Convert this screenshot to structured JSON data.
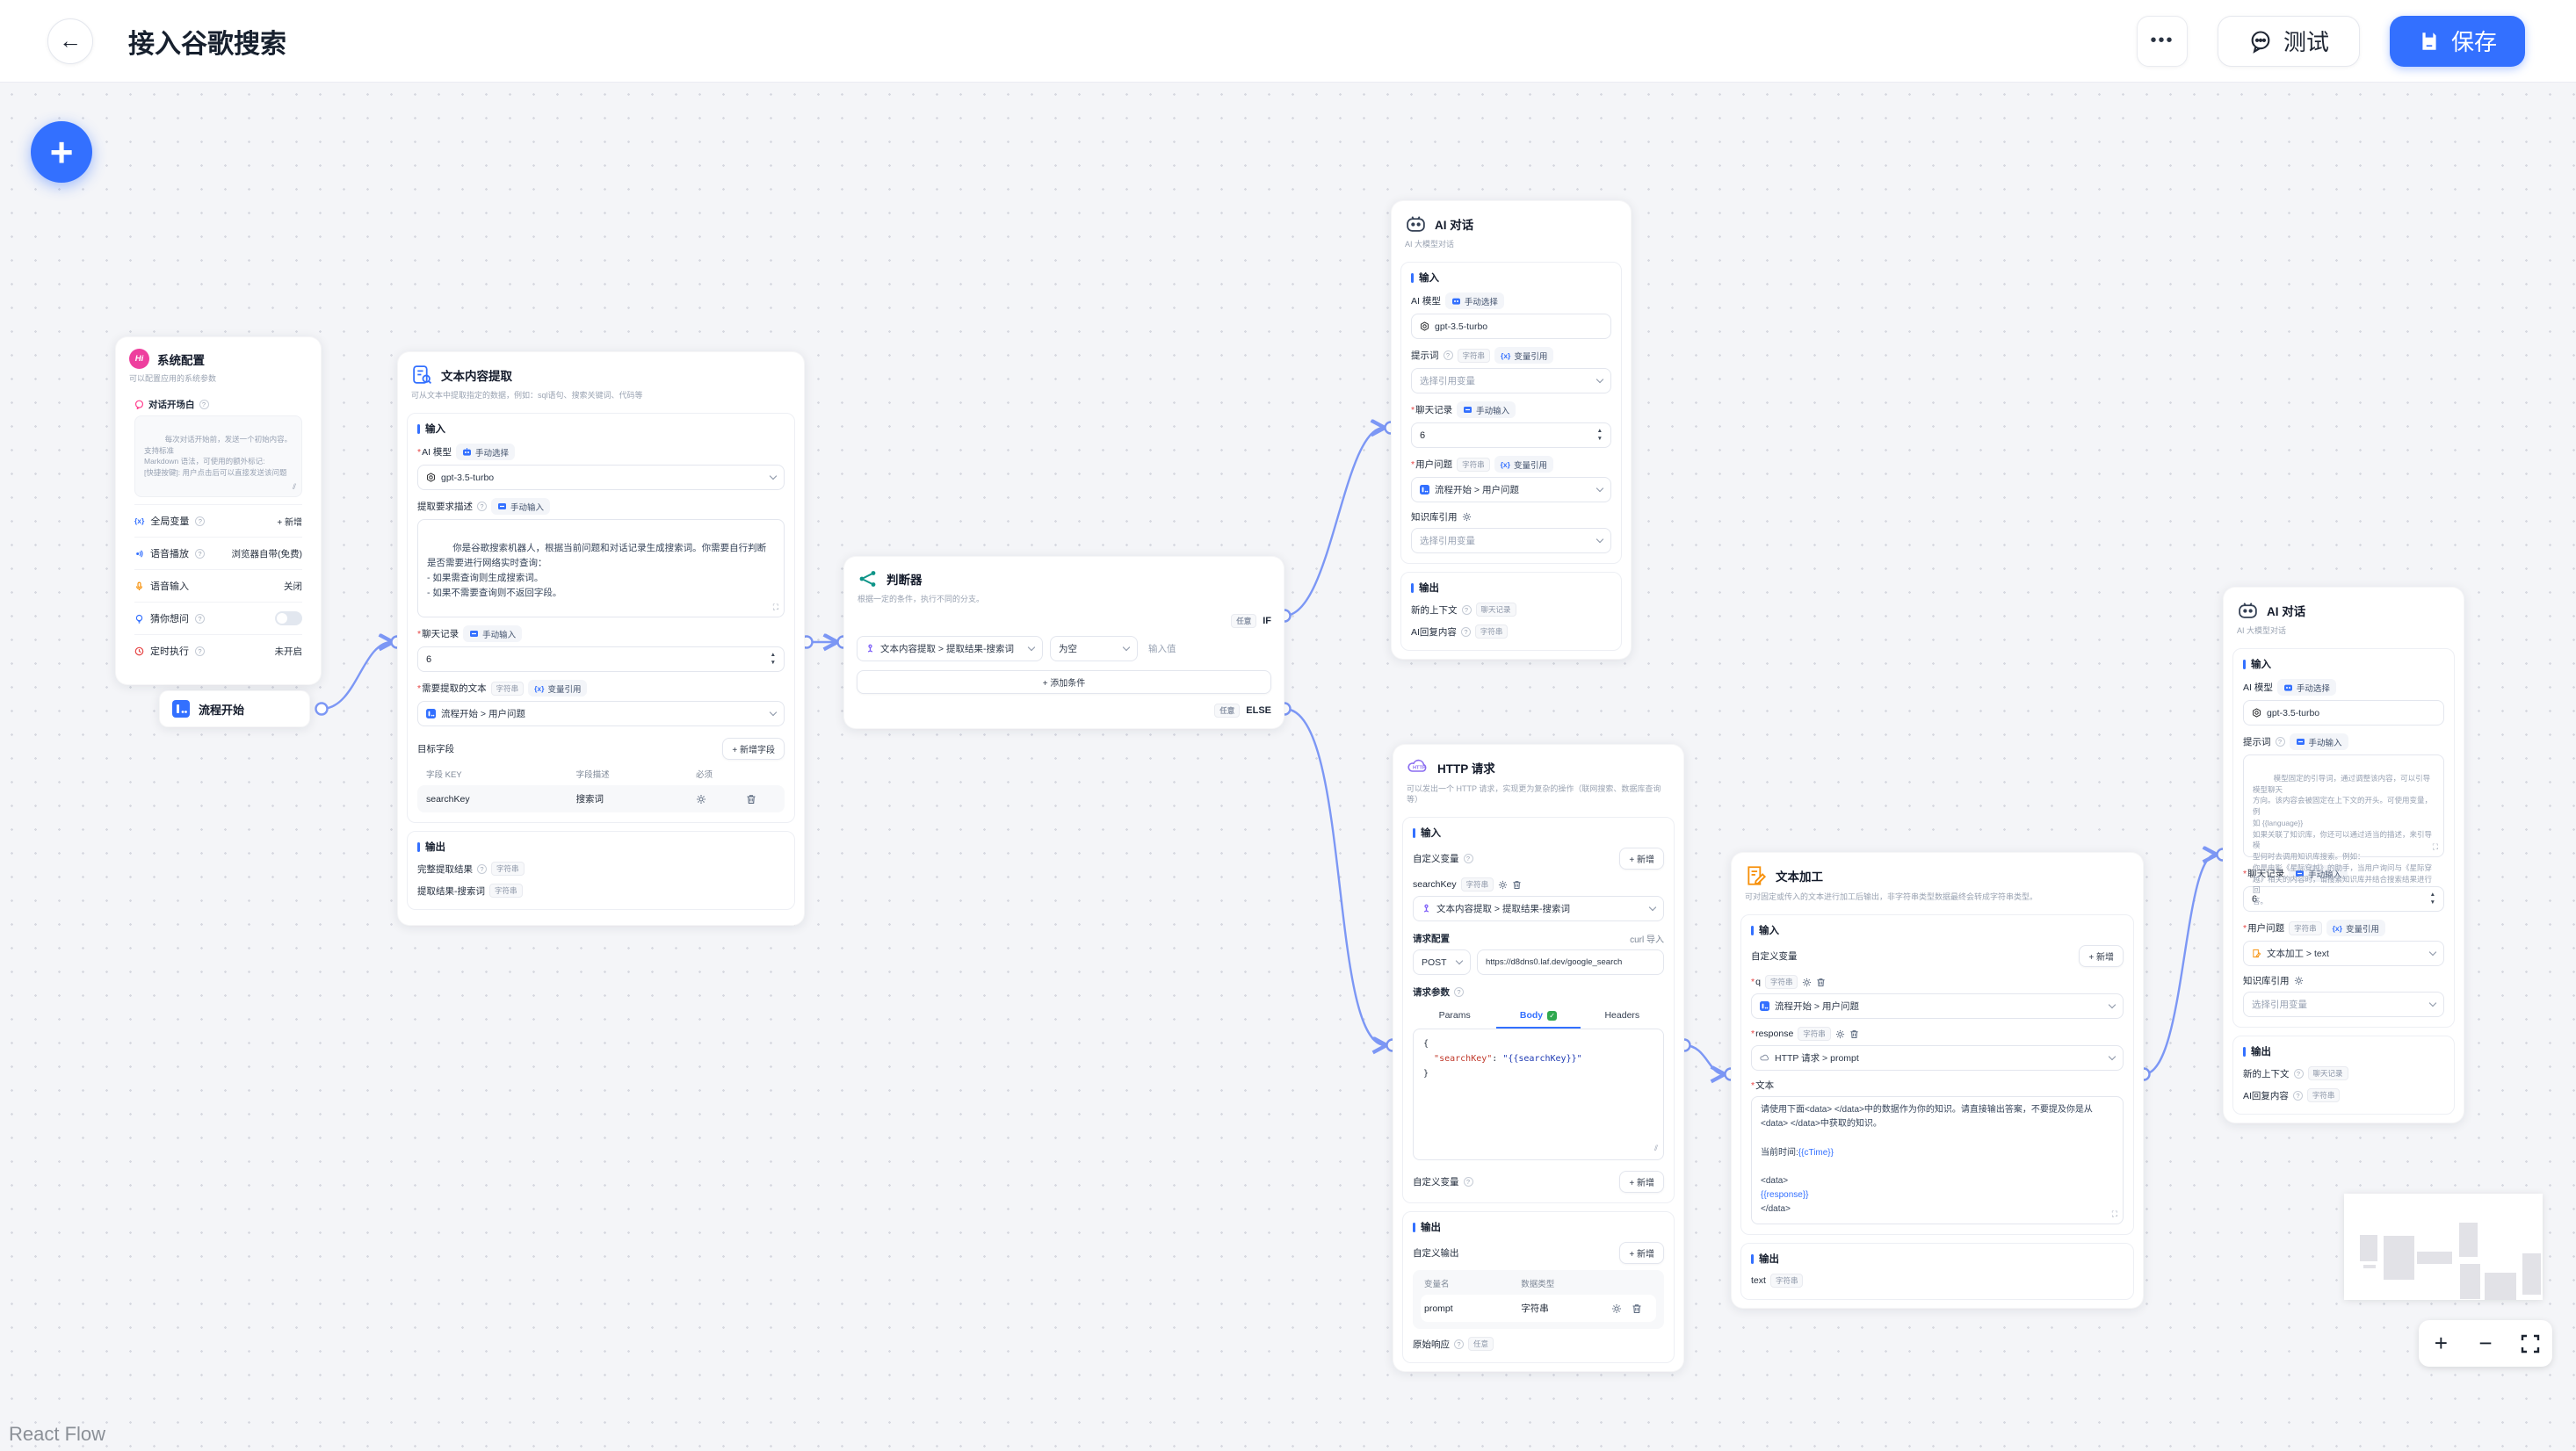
{
  "header": {
    "title": "接入谷歌搜索",
    "back_label": "←",
    "more_label": "•••",
    "test_label": "测试",
    "save_label": "保存"
  },
  "canvas": {
    "attribution": "React Flow",
    "accent_color": "#3370ff",
    "edge_color": "#7c97f5"
  },
  "common": {
    "input_section": "输入",
    "output_section": "输出",
    "add": "+ 新增",
    "ai_model_label": "AI 模型",
    "model_value": "gpt-3.5-turbo",
    "manual_select": "手动选择",
    "manual_input": "手动输入",
    "var_ref": "变量引用",
    "string_type": "字符串",
    "any_type": "任意",
    "chat_history_type": "聊天记录",
    "select_var_placeholder": "选择引用变量",
    "prompt_label": "提示词",
    "history_label": "聊天记录",
    "history_value": "6",
    "question_label": "用户问题",
    "kb_label": "知识库引用",
    "new_context_label": "新的上下文",
    "ai_reply_label": "AI回复内容",
    "vx_glyph": "{x}"
  },
  "system_config": {
    "title": "系统配置",
    "icon_text": "Hi",
    "subtitle": "可以配置应用的系统参数",
    "opening_label": "对话开场白",
    "opening_placeholder": "每次对话开始前，发送一个初始内容。支持标准\nMarkdown 语法，可使用的额外标记:\n[快捷按键]: 用户点击后可以直接发送该问题",
    "global_var_label": "全局变量",
    "tts_label": "语音播放",
    "tts_value": "浏览器自带(免费)",
    "stt_label": "语音输入",
    "stt_value": "关闭",
    "guess_label": "猜你想问",
    "schedule_label": "定时执行",
    "schedule_value": "未开启"
  },
  "flow_start": {
    "title": "流程开始"
  },
  "extract": {
    "title": "文本内容提取",
    "subtitle": "可从文本中提取指定的数据，例如：sql语句、搜索关键词、代码等",
    "desc_label": "提取要求描述",
    "prompt": "你是谷歌搜索机器人，根据当前问题和对话记录生成搜索词。你需要自行判断是否需要进行网络实时查询：\n- 如果需查询则生成搜索词。\n- 如果不需要查询则不返回字段。",
    "source_label": "需要提取的文本",
    "source_value": "流程开始 > 用户问题",
    "target_label": "目标字段",
    "add_field_label": "+ 新增字段",
    "col_key": "字段 KEY",
    "col_desc": "字段描述",
    "col_required": "必须",
    "field_key": "searchKey",
    "field_desc": "搜索词",
    "out_full_label": "完整提取结果",
    "out_search_label": "提取结果-搜索词"
  },
  "classifier": {
    "title": "判断器",
    "subtitle": "根据一定的条件，执行不同的分支。",
    "any_label": "任意",
    "if_label": "IF",
    "else_label": "ELSE",
    "cond_left": "文本内容提取 > 提取结果-搜索词",
    "cond_op": "为空",
    "value_placeholder": "输入值",
    "add_condition_label": "+ 添加条件"
  },
  "ai_chat_top": {
    "title": "AI 对话",
    "subtitle": "AI 大模型对话",
    "question_value": "流程开始 > 用户问题"
  },
  "http": {
    "title": "HTTP 请求",
    "subtitle": "可以发出一个 HTTP 请求，实现更为复杂的操作（联网搜索、数据库查询等）",
    "custom_var_label": "自定义变量",
    "var_name": "searchKey",
    "var_value": "文本内容提取 > 提取结果-搜索词",
    "req_config_label": "请求配置",
    "curl_label": "curl 导入",
    "method": "POST",
    "url": "https://d8dns0.laf.dev/google_search",
    "params_label": "请求参数",
    "tab_params": "Params",
    "tab_body": "Body",
    "tab_headers": "Headers",
    "json_open": "{",
    "json_key": "\"searchKey\"",
    "json_colon": ": ",
    "json_value": "\"{{searchKey}}\"",
    "json_close": "}",
    "custom_output_label": "自定义输出",
    "col_var": "变量名",
    "col_type": "数据类型",
    "out_name": "prompt",
    "raw_label": "原始响应"
  },
  "text_edit": {
    "title": "文本加工",
    "subtitle": "可对固定或传入的文本进行加工后输出，非字符串类型数据最终会转成字符串类型。",
    "custom_var_label": "自定义变量",
    "q_label": "q",
    "q_value": "流程开始 > 用户问题",
    "response_label": "response",
    "response_value": "HTTP 请求 > prompt",
    "text_label": "文本",
    "text_p1": "请使用下面<data> </data>中的数据作为你的知识。请直接输出答案，不要提及你是从<data> </data>中获取的知识。\n\n当前时间:",
    "text_v1": "{{cTime}}",
    "text_p2": "\n\n<data>\n",
    "text_v2": "{{response}}",
    "text_p3": "\n</data>",
    "out_text_label": "text"
  },
  "ai_chat_right": {
    "title": "AI 对话",
    "subtitle": "AI 大模型对话",
    "prompt_placeholder": "模型固定的引导词，通过调整该内容，可以引导模型聊天\n方向。该内容会被固定在上下文的开头。可使用变量，例\n如 {{language}}\n如果关联了知识库，你还可以通过适当的描述，来引导模\n型何时去调用知识库搜索。例如：\n你是电影《星际穿越》的助手，当用户询问与《星际穿\n越》相关的内容时，请搜索知识库并结合搜索结果进行回\n答。",
    "question_value": "文本加工 > text"
  }
}
